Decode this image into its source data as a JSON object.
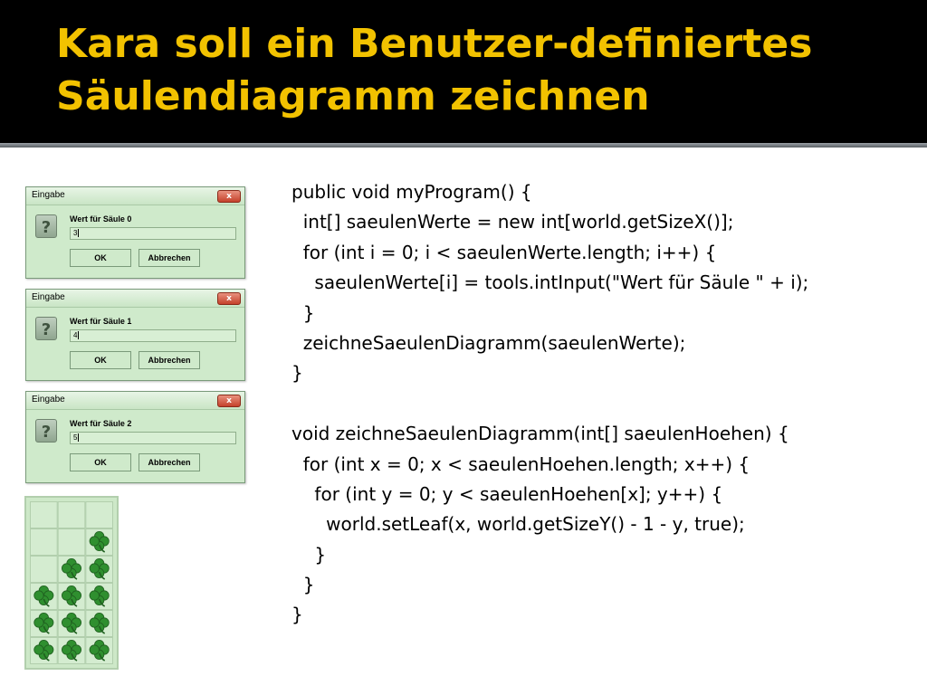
{
  "slide": {
    "title_line1": "Kara soll ein Benutzer-definiertes",
    "title_line2": "Säulendiagramm zeichnen"
  },
  "dialogs": [
    {
      "window_title": "Eingabe",
      "close_label": "x",
      "prompt": "Wert für Säule 0",
      "value": "3",
      "ok_label": "OK",
      "cancel_label": "Abbrechen"
    },
    {
      "window_title": "Eingabe",
      "close_label": "x",
      "prompt": "Wert für Säule 1",
      "value": "4",
      "ok_label": "OK",
      "cancel_label": "Abbrechen"
    },
    {
      "window_title": "Eingabe",
      "close_label": "x",
      "prompt": "Wert für Säule 2",
      "value": "5",
      "ok_label": "OK",
      "cancel_label": "Abbrechen"
    }
  ],
  "world": {
    "columns": 3,
    "rows": 6,
    "column_heights": [
      3,
      4,
      5
    ],
    "leaf_color": "#2f8f2f",
    "grid_color": "#b2cfad",
    "icon": "cloverleaf-icon"
  },
  "code_lines": [
    "public void myProgram() {",
    "  int[] saeulenWerte = new int[world.getSizeX()];",
    "  for (int i = 0; i < saeulenWerte.length; i++) {",
    "    saeulenWerte[i] = tools.intInput(\"Wert für Säule \" + i);",
    "  }",
    "  zeichneSaeulenDiagramm(saeulenWerte);",
    "}",
    "",
    "void zeichneSaeulenDiagramm(int[] saeulenHoehen) {",
    "  for (int x = 0; x < saeulenHoehen.length; x++) {",
    "    for (int y = 0; y < saeulenHoehen[x]; y++) {",
    "      world.setLeaf(x, world.getSizeY() - 1 - y, true);",
    "    }",
    "  }",
    "}"
  ],
  "colors": {
    "title": "#f2c200",
    "title_background": "#000000",
    "dialog_background": "#cfeacb"
  }
}
